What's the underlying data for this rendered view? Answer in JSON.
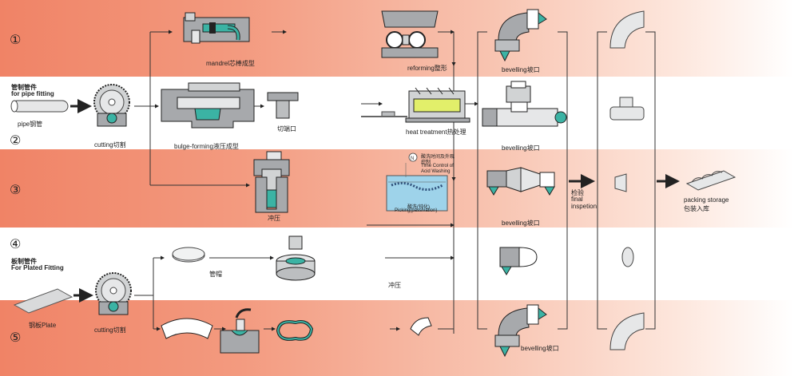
{
  "rows": {
    "r1": "①",
    "r2": "②",
    "r3": "③",
    "r4": "④",
    "r5": "⑤"
  },
  "labels": {
    "pipe_fitting_cn": "管制管件",
    "pipe_fitting_en": "for pipe fitting",
    "pipe": "pipe钢管",
    "cutting1": "cutting切割",
    "mandrel": "mandrel芯棒成型",
    "bulge": "bulge-forming液压成型",
    "cut_port": "切端口",
    "stamping1": "冲压",
    "reforming": "reforming整形",
    "heat": "heat treatment热处理",
    "acid_cn_1": "酸洗时间及外观",
    "acid_cn_2": "控制",
    "acid_en_1": "Time Control of",
    "acid_en_2": "Acid Washing",
    "pickling_cn": "酸洗(钝化)",
    "pickling_en": "Picking(passivation)",
    "bevel1": "bevelling坡口",
    "bevel2": "bevelling坡口",
    "bevel3": "bevelling坡口",
    "bevel5": "bevelling坡口",
    "inspect_cn": "检验",
    "inspect_en_1": "final",
    "inspect_en_2": "inspetion",
    "packing_en": "packing storage",
    "packing_cn": "包装入库",
    "plated_cn": "板制管件",
    "plated_en": "For Plated Fitting",
    "plate": "钢板Plate",
    "cutting2": "cutting切割",
    "cap": "管帽",
    "stamping2": "冲压"
  },
  "colors": {
    "band_start": "#f08366",
    "band_end": "#ffffff",
    "steel": "#a7a9ac",
    "teal": "#3bb3a4",
    "green": "#9acb78",
    "arrow": "#222222"
  }
}
